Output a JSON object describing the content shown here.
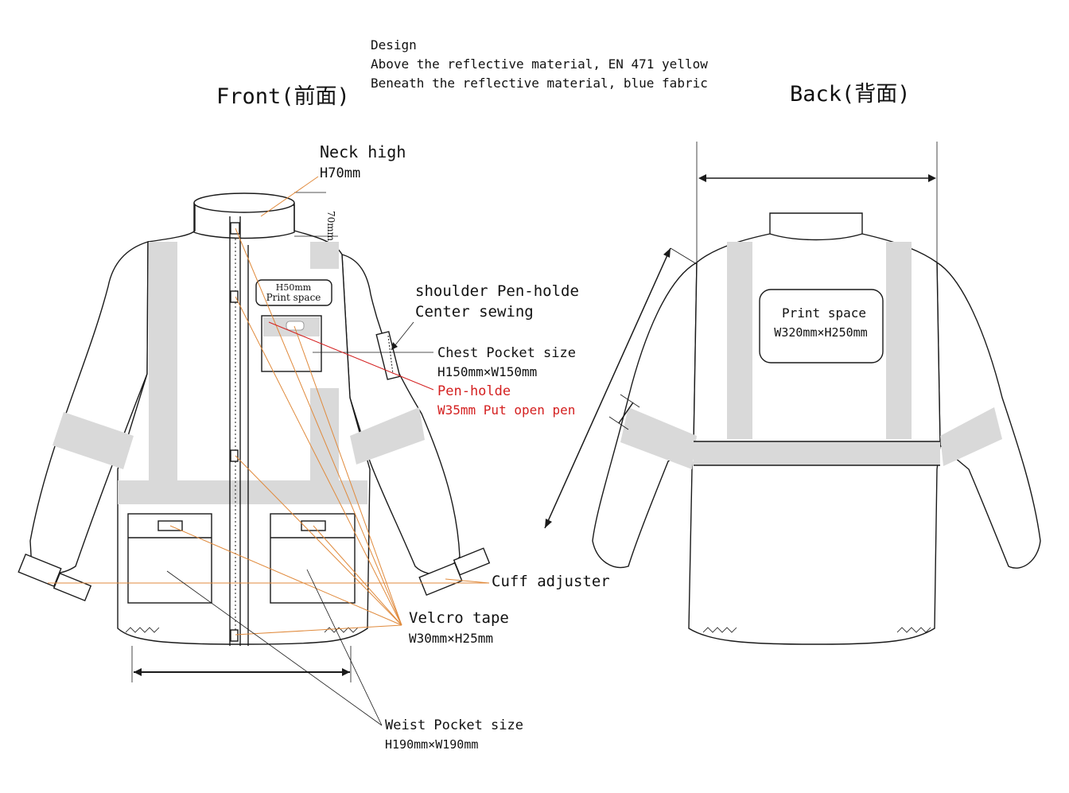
{
  "design_note": {
    "heading": "Design",
    "line1": "Above the reflective material, EN 471 yellow",
    "line2": "Beneath the reflective material, blue fabric"
  },
  "views": {
    "front_title": "Front(前面)",
    "back_title": "Back(背面)"
  },
  "labels": {
    "neck_line1": "Neck  high",
    "neck_line2": "H70mm",
    "neck_dim": "70mm",
    "chest_print_line1": "H50mm",
    "chest_print_line2": "Print space",
    "shoulder_line1": "shoulder Pen-holde",
    "shoulder_line2": "Center sewing",
    "chest_pocket_line1": "Chest Pocket  size",
    "chest_pocket_line2": "H150mm×W150mm",
    "pen_line1": "Pen-holde",
    "pen_line2": "W35mm  Put open pen",
    "cuff": "Cuff adjuster",
    "velcro_line1": "Velcro tape",
    "velcro_line2": "W30mm×H25mm",
    "waist_line1": "Weist Pocket  size",
    "waist_line2": "H190mm×W190mm",
    "back_print_line1": "Print space",
    "back_print_line2": "W320mm×H250mm"
  },
  "colors": {
    "reflective": "#d9d9d9",
    "leader_orange": "#e08a3c",
    "pen_red": "#d42020",
    "ink": "#1a1a1a"
  }
}
